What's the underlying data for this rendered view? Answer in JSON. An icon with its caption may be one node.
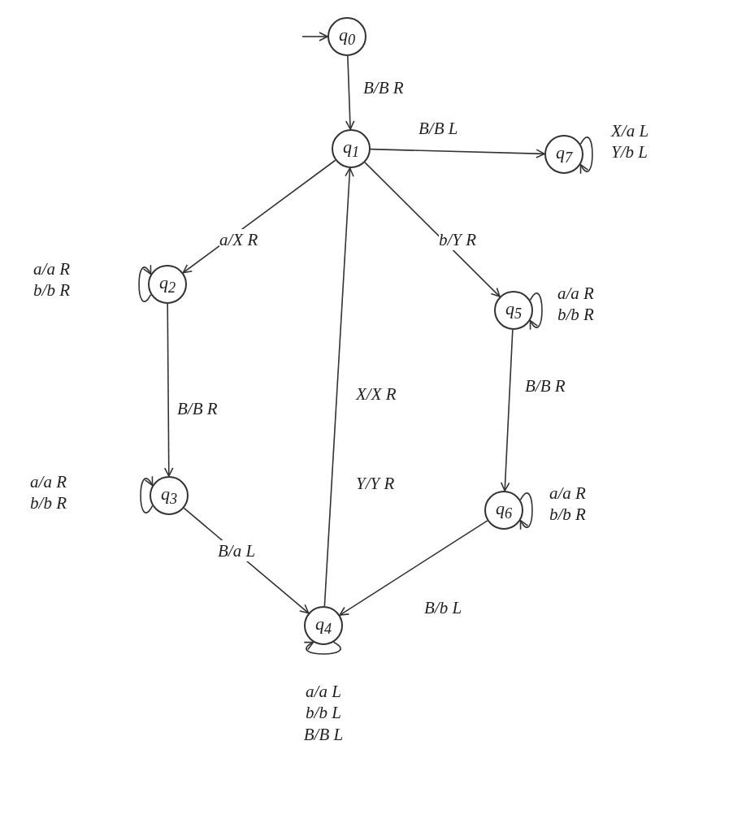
{
  "diagram": {
    "nodes": [
      {
        "text": [
          "q$_{0}$"
        ]
      },
      {
        "text": [
          "q$_{1}$"
        ]
      },
      {
        "text": [
          "q$_{7}$"
        ]
      },
      {
        "text": [
          "q$_{2}$"
        ]
      },
      {
        "text": [
          "q$_{5}$"
        ]
      },
      {
        "text": [
          "q$_{3}$"
        ]
      },
      {
        "text": [
          "q$_{6}$"
        ]
      },
      {
        "text": [
          "q$_{4}$"
        ]
      }
    ],
    "edges": [
      {
        "from": null,
        "to": 0,
        "arrow": "to"
      },
      {
        "from": 0,
        "to": 1,
        "arrow": "to",
        "label": "B/B R"
      },
      {
        "from": 1,
        "to": 2,
        "arrow": "to",
        "label": "B/B L"
      },
      {
        "from": 2,
        "to": 2,
        "arrow": "to",
        "label": "X/a L Y/b L"
      },
      {
        "from": 1,
        "to": 3,
        "arrow": "to",
        "label": "a/X R"
      },
      {
        "from": 1,
        "to": 4,
        "arrow": "to",
        "label": "b/Y R"
      },
      {
        "from": 3,
        "to": 3,
        "arrow": "to",
        "label": "a/a R b/b R"
      },
      {
        "from": 4,
        "to": 4,
        "arrow": "to",
        "label": "a/a R b/b R"
      },
      {
        "from": 3,
        "to": 5,
        "arrow": "to",
        "label": "B/B R"
      },
      {
        "from": 4,
        "to": 6,
        "arrow": "to",
        "label": "B/B R"
      },
      {
        "from": 5,
        "to": 5,
        "arrow": "to",
        "label": "a/a R b/b R"
      },
      {
        "from": 6,
        "to": 6,
        "arrow": "to",
        "label": "a/a R b/b R"
      },
      {
        "from": 5,
        "to": 7,
        "arrow": "to",
        "label": "B/a L"
      },
      {
        "from": 6,
        "to": 7,
        "arrow": "to",
        "label": "B/b L"
      },
      {
        "from": 7,
        "to": 1,
        "arrow": "to",
        "label": "X/X R Y/Y R"
      },
      {
        "from": 7,
        "to": 7,
        "arrow": "to",
        "label": "a/a L b/b L B/B L"
      }
    ]
  }
}
